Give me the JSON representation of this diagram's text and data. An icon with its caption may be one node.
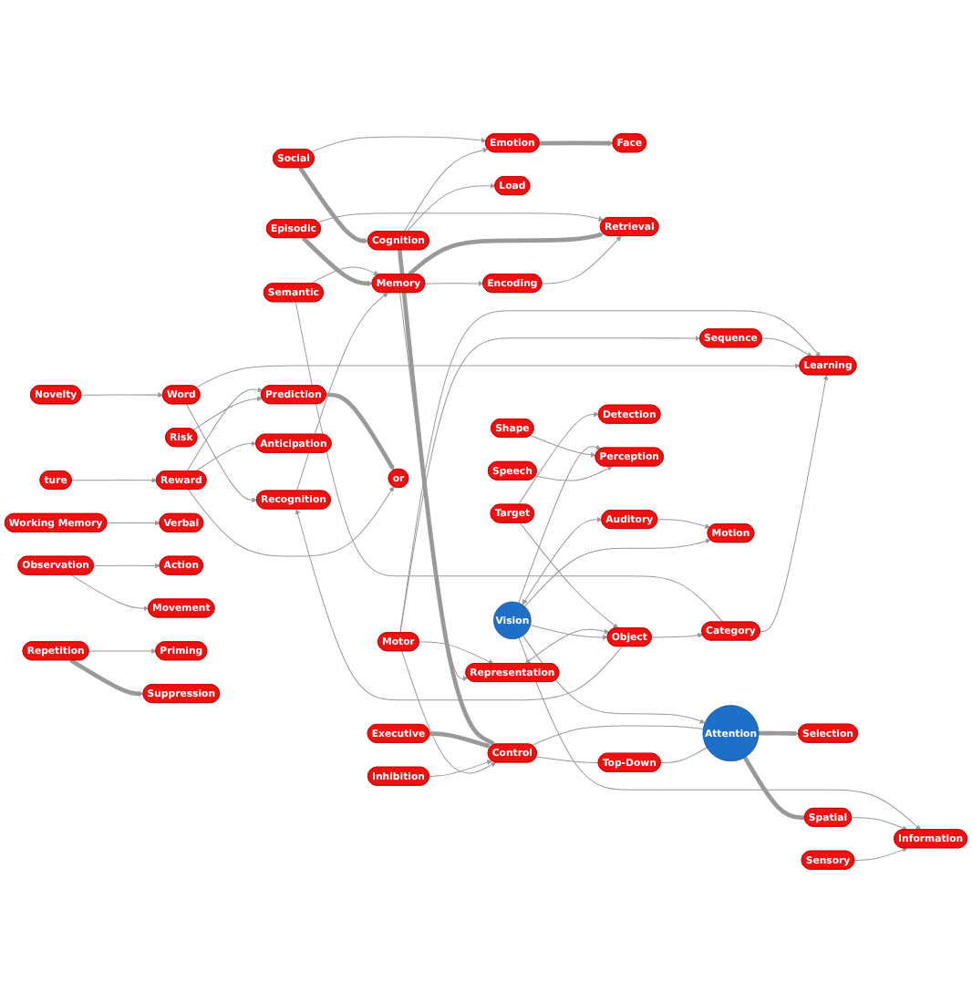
{
  "diagram": {
    "nodes": [
      {
        "text": [
          "Face"
        ]
      },
      {
        "text": [
          "Novelty"
        ]
      },
      {
        "text": [
          "Episodic"
        ]
      },
      {
        "text": [
          "Retrieval"
        ]
      },
      {
        "text": [
          "Semantic"
        ]
      },
      {
        "text": [
          "Word"
        ]
      },
      {
        "text": [
          "Sequence"
        ]
      },
      {
        "text": [
          "Emotion"
        ]
      },
      {
        "text": [
          "Category"
        ]
      },
      {
        "text": [
          "Memory"
        ]
      },
      {
        "text": [
          "Load"
        ]
      },
      {
        "text": [
          "Learning"
        ]
      },
      {
        "text": [
          "Encoding"
        ]
      },
      {
        "text": [
          "Motor"
        ]
      },
      {
        "text": [
          "Representation"
        ]
      },
      {
        "text": [
          "Social"
        ]
      },
      {
        "text": [
          "Cognition"
        ]
      },
      {
        "text": [
          "Object"
        ]
      },
      {
        "text": [
          "Recognition"
        ]
      },
      {
        "text": [
          "Executive"
        ]
      },
      {
        "text": [
          "Control"
        ]
      },
      {
        "text": [
          "Target"
        ]
      },
      {
        "text": [
          "Inhibition"
        ]
      },
      {
        "text": [
          "Auditory"
        ]
      },
      {
        "text": [
          "Top-Down"
        ]
      },
      {
        "text": [
          "Attention"
        ]
      },
      {
        "text": [
          "Vision"
        ]
      },
      {
        "text": [
          "Detection"
        ]
      },
      {
        "text": [
          "Selection"
        ]
      },
      {
        "text": [
          "Motion"
        ]
      },
      {
        "text": [
          "Spatial"
        ]
      },
      {
        "text": [
          "Prediction"
        ]
      },
      {
        "text": [
          "Perception"
        ]
      },
      {
        "text": [
          "or"
        ]
      },
      {
        "text": [
          "Risk"
        ]
      },
      {
        "text": [
          "Reward"
        ]
      },
      {
        "text": [
          "Information"
        ]
      },
      {
        "text": [
          "ture"
        ]
      },
      {
        "text": [
          "Anticipation"
        ]
      },
      {
        "text": [
          "Shape"
        ]
      },
      {
        "text": [
          "Speech"
        ]
      },
      {
        "text": [
          "Sensory"
        ]
      },
      {
        "text": [
          "Working Memory"
        ]
      },
      {
        "text": [
          "Verbal"
        ]
      },
      {
        "text": [
          "Action"
        ]
      },
      {
        "text": [
          "Observation"
        ]
      },
      {
        "text": [
          "Movement"
        ]
      },
      {
        "text": [
          "Repetition"
        ]
      },
      {
        "text": [
          "Priming"
        ]
      },
      {
        "text": [
          "Suppression"
        ]
      }
    ],
    "edges": [
      {
        "from": 7,
        "to": 0,
        "arrow": "to",
        "style": "thick"
      },
      {
        "from": 15,
        "to": 7,
        "arrow": "to"
      },
      {
        "from": 16,
        "to": 7,
        "arrow": "to"
      },
      {
        "from": 15,
        "to": 16,
        "arrow": "to",
        "style": "thick"
      },
      {
        "from": 16,
        "to": 10,
        "arrow": "to"
      },
      {
        "from": 16,
        "to": 20,
        "arrow": "to",
        "style": "thick"
      },
      {
        "from": 19,
        "to": 20,
        "arrow": "to",
        "style": "thick"
      },
      {
        "from": 22,
        "to": 20,
        "arrow": "to"
      },
      {
        "from": 13,
        "to": 20,
        "arrow": "to"
      },
      {
        "from": 13,
        "to": 6,
        "arrow": "to"
      },
      {
        "from": 13,
        "to": 11,
        "arrow": "to"
      },
      {
        "from": 13,
        "to": 14,
        "arrow": "to"
      },
      {
        "from": 6,
        "to": 11,
        "arrow": "to"
      },
      {
        "from": 1,
        "to": 5,
        "arrow": "to"
      },
      {
        "from": 5,
        "to": 11,
        "arrow": "to"
      },
      {
        "from": 5,
        "to": 18,
        "arrow": "to"
      },
      {
        "from": 8,
        "to": 11,
        "arrow": "to"
      },
      {
        "from": 4,
        "to": 8,
        "arrow": "none"
      },
      {
        "from": 4,
        "to": 9,
        "arrow": "to"
      },
      {
        "from": 2,
        "to": 3,
        "arrow": "to"
      },
      {
        "from": 2,
        "to": 9,
        "arrow": "to",
        "style": "thick"
      },
      {
        "from": 9,
        "to": 3,
        "arrow": "to",
        "style": "thick"
      },
      {
        "from": 9,
        "to": 12,
        "arrow": "to"
      },
      {
        "from": 12,
        "to": 3,
        "arrow": "to"
      },
      {
        "from": 9,
        "to": 14,
        "arrow": "to"
      },
      {
        "from": 18,
        "to": 9,
        "arrow": "to"
      },
      {
        "from": 17,
        "to": 8,
        "arrow": "to"
      },
      {
        "from": 17,
        "to": 18,
        "arrow": "to"
      },
      {
        "from": 21,
        "to": 17,
        "arrow": "to"
      },
      {
        "from": 21,
        "to": 27,
        "arrow": "to"
      },
      {
        "from": 14,
        "to": 17,
        "arrow": "both"
      },
      {
        "from": 26,
        "to": 17,
        "arrow": "to"
      },
      {
        "from": 26,
        "to": 23,
        "arrow": "both"
      },
      {
        "from": 23,
        "to": 29,
        "arrow": "to"
      },
      {
        "from": 26,
        "to": 29,
        "arrow": "to"
      },
      {
        "from": 26,
        "to": 32,
        "arrow": "to"
      },
      {
        "from": 26,
        "to": 36,
        "arrow": "to"
      },
      {
        "from": 26,
        "to": 25,
        "arrow": "to"
      },
      {
        "from": 25,
        "to": 28,
        "arrow": "to",
        "style": "thick"
      },
      {
        "from": 20,
        "to": 25,
        "arrow": "none"
      },
      {
        "from": 20,
        "to": 24,
        "arrow": "none"
      },
      {
        "from": 24,
        "to": 25,
        "arrow": "none"
      },
      {
        "from": 25,
        "to": 30,
        "arrow": "none",
        "style": "thick"
      },
      {
        "from": 30,
        "to": 36,
        "arrow": "to"
      },
      {
        "from": 39,
        "to": 32,
        "arrow": "to"
      },
      {
        "from": 40,
        "to": 32,
        "arrow": "to"
      },
      {
        "from": 41,
        "to": 36,
        "arrow": "to"
      },
      {
        "from": 31,
        "to": 33,
        "arrow": "to",
        "style": "thick"
      },
      {
        "from": 35,
        "to": 33,
        "arrow": "to"
      },
      {
        "from": 35,
        "to": 31,
        "arrow": "to"
      },
      {
        "from": 34,
        "to": 31,
        "arrow": "to"
      },
      {
        "from": 37,
        "to": 35,
        "arrow": "to"
      },
      {
        "from": 35,
        "to": 38,
        "arrow": "to"
      },
      {
        "from": 42,
        "to": 43,
        "arrow": "to"
      },
      {
        "from": 45,
        "to": 44,
        "arrow": "to"
      },
      {
        "from": 45,
        "to": 46,
        "arrow": "to"
      },
      {
        "from": 47,
        "to": 48,
        "arrow": "to"
      },
      {
        "from": 47,
        "to": 49,
        "arrow": "to",
        "style": "thick"
      }
    ]
  }
}
